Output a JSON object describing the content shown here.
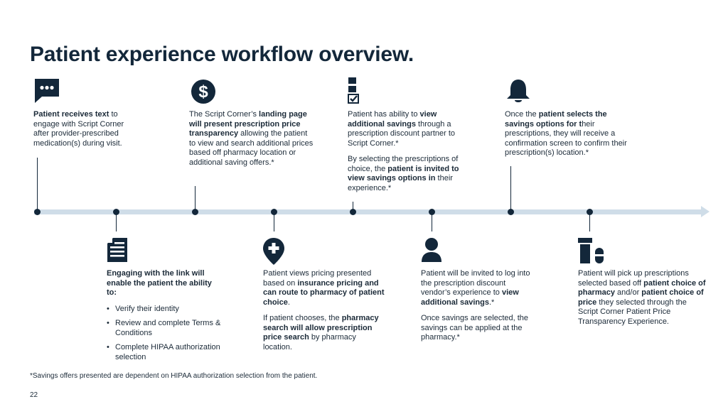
{
  "title": "Patient experience workflow overview.",
  "steps": [
    {
      "icon": "chat-bubble-icon",
      "paragraphs": [
        [
          {
            "b": true,
            "t": "Patient receives text"
          },
          {
            "t": " to engage with Script Corner after provider-prescribed medication(s) during visit."
          }
        ]
      ]
    },
    {
      "icon": "document-icon",
      "paragraphs": [
        [
          {
            "b": true,
            "t": "Engaging with the link will enable the patient the ability to:"
          }
        ]
      ],
      "bullets": [
        "Verify their identity",
        "Review and complete Terms & Conditions",
        "Complete HIPAA authorization selection"
      ]
    },
    {
      "icon": "dollar-icon",
      "paragraphs": [
        [
          {
            "t": "The Script Corner’s "
          },
          {
            "b": true,
            "t": "landing page will present prescription price transparency"
          },
          {
            "t": " allowing the patient to view and search additional prices based off pharmacy location or additional saving offers.*"
          }
        ]
      ]
    },
    {
      "icon": "location-pin-plus-icon",
      "paragraphs": [
        [
          {
            "t": "Patient views pricing presented based on "
          },
          {
            "b": true,
            "t": "insurance pricing and can route to pharmacy of patient choice"
          },
          {
            "t": "."
          }
        ],
        [
          {
            "t": "If patient chooses, the "
          },
          {
            "b": true,
            "t": "pharmacy search will allow prescription price search"
          },
          {
            "t": " by pharmacy location."
          }
        ]
      ]
    },
    {
      "icon": "checklist-icon",
      "paragraphs": [
        [
          {
            "t": "Patient has ability to "
          },
          {
            "b": true,
            "t": "view additional savings"
          },
          {
            "t": " through a prescription discount partner to Script Corner.*"
          }
        ],
        [
          {
            "t": "By selecting the prescriptions of choice, the "
          },
          {
            "b": true,
            "t": "patient is invited to view savings options in"
          },
          {
            "t": " their experience.*"
          }
        ]
      ]
    },
    {
      "icon": "user-icon",
      "paragraphs": [
        [
          {
            "t": "Patient will be invited to log into the prescription discount vendor’s experience to "
          },
          {
            "b": true,
            "t": "view additional savings"
          },
          {
            "t": ".*"
          }
        ],
        [
          {
            "t": "Once savings are selected, the savings can be applied at the pharmacy.*"
          }
        ]
      ]
    },
    {
      "icon": "bell-icon",
      "paragraphs": [
        [
          {
            "t": "Once the "
          },
          {
            "b": true,
            "t": "patient selects the savings options for t"
          },
          {
            "t": "heir prescriptions, they will receive a confirmation screen to confirm their prescription(s) location.*"
          }
        ]
      ]
    },
    {
      "icon": "pills-icon",
      "paragraphs": [
        [
          {
            "t": "Patient will pick up prescriptions selected based off "
          },
          {
            "b": true,
            "t": "patient choice of pharmacy"
          },
          {
            "t": " and/or "
          },
          {
            "b": true,
            "t": "patient choice of price"
          },
          {
            "t": " they selected through the Script Corner Patient Price Transparency Experience."
          }
        ]
      ]
    }
  ],
  "footnote": "*Savings offers presented are dependent on HIPAA authorization selection from the patient.",
  "page_number": "22",
  "colors": {
    "navy": "#13273a",
    "timeline": "#cfdde8",
    "text": "#1b2a38"
  }
}
